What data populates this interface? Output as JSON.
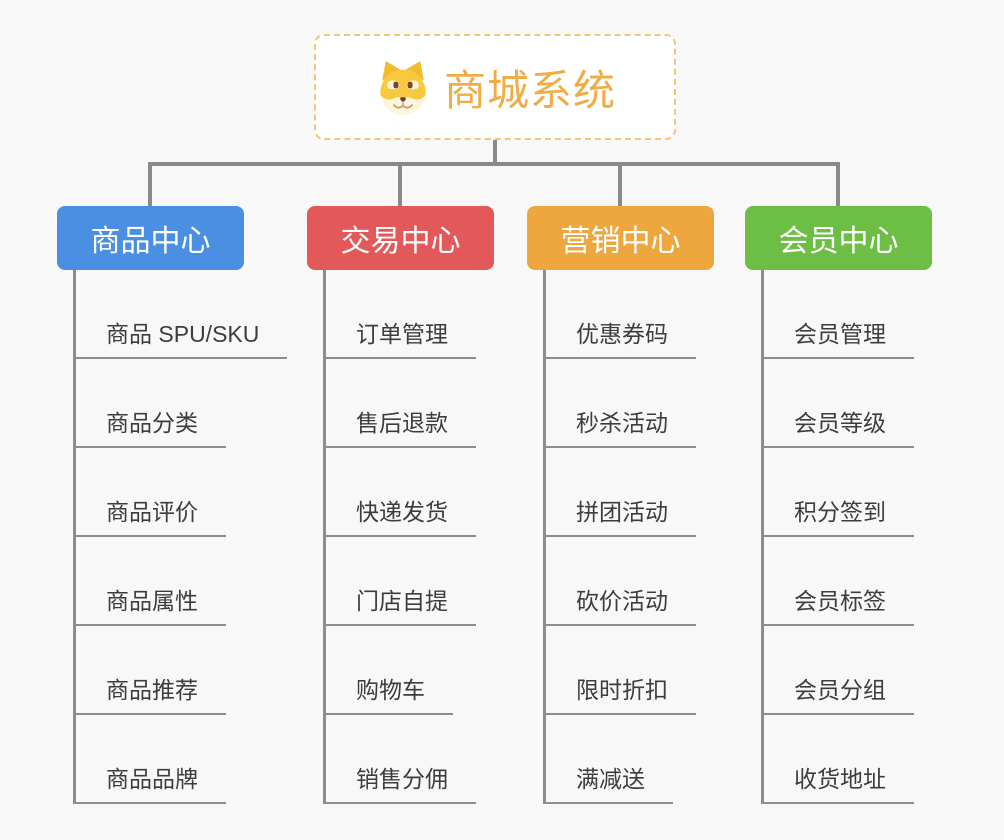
{
  "root": {
    "title": "商城系统",
    "icon": "shiba-dog-icon"
  },
  "branches": [
    {
      "label": "商品中心",
      "color": "#4B8FE2",
      "children": [
        "商品 SPU/SKU",
        "商品分类",
        "商品评价",
        "商品属性",
        "商品推荐",
        "商品品牌"
      ]
    },
    {
      "label": "交易中心",
      "color": "#E35858",
      "children": [
        "订单管理",
        "售后退款",
        "快递发货",
        "门店自提",
        "购物车",
        "销售分佣"
      ]
    },
    {
      "label": "营销中心",
      "color": "#EDA73E",
      "children": [
        "优惠券码",
        "秒杀活动",
        "拼团活动",
        "砍价活动",
        "限时折扣",
        "满减送"
      ]
    },
    {
      "label": "会员中心",
      "color": "#6DBE45",
      "children": [
        "会员管理",
        "会员等级",
        "积分签到",
        "会员标签",
        "会员分组",
        "收货地址"
      ]
    }
  ],
  "colors": {
    "background": "#F8F8F8",
    "connector": "#8A8A8A",
    "leaf_line": "#8D8D8D",
    "leaf_text": "#3D3D3D",
    "root_text": "#F0AC46",
    "root_border": "#F4C478"
  }
}
